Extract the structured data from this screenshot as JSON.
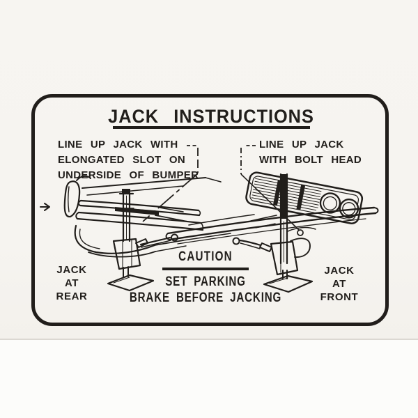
{
  "decal": {
    "title": "JACK INSTRUCTIONS",
    "left_instruction": {
      "lines": [
        "LINE UP JACK WITH",
        "ELONGATED SLOT ON",
        "UNDERSIDE OF BUMPER"
      ]
    },
    "right_instruction": {
      "lines": [
        "LINE UP JACK",
        "WITH BOLT HEAD"
      ]
    },
    "left_position_label": {
      "lines": [
        "JACK",
        "AT",
        "REAR"
      ]
    },
    "right_position_label": {
      "lines": [
        "JACK",
        "AT",
        "FRONT"
      ]
    },
    "caution": {
      "heading": "CAUTION",
      "lines": [
        "SET PARKING",
        "BRAKE BEFORE JACKING"
      ]
    },
    "illustrations": {
      "left": "rear-bumper-jack-drawing",
      "right": "front-grille-jack-drawing"
    },
    "colors": {
      "ink": "#211e1b",
      "paper": "#f6f4f0",
      "photo_background": "#fbfbf9",
      "paper_edge": "#dbd8d2"
    }
  }
}
